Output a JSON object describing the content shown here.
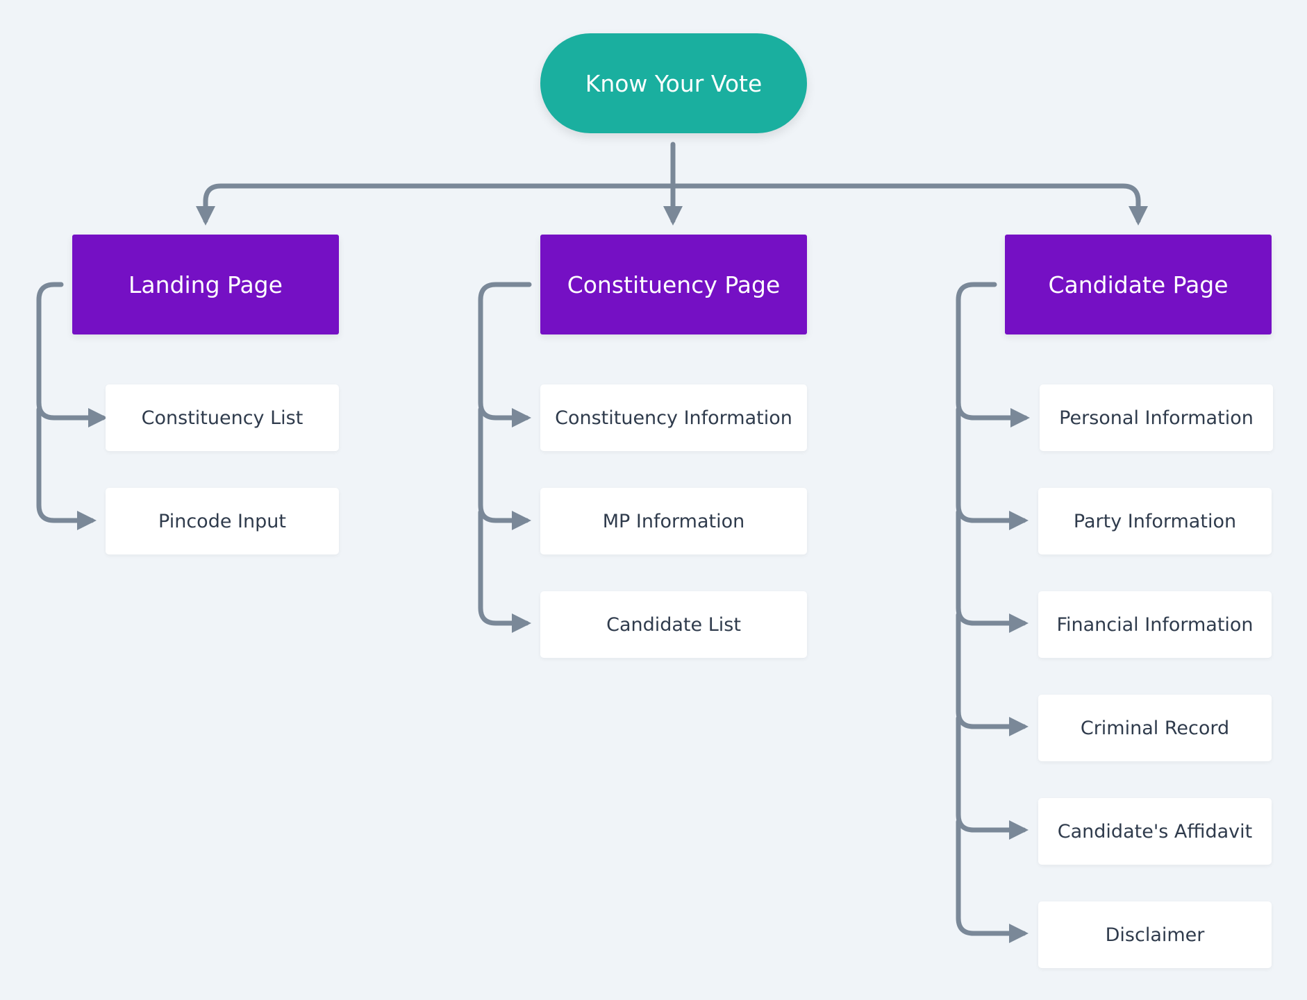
{
  "root": {
    "label": "Know Your Vote"
  },
  "pages": [
    {
      "label": "Landing Page",
      "items": [
        "Constituency List",
        "Pincode Input"
      ]
    },
    {
      "label": "Constituency Page",
      "items": [
        "Constituency Information",
        "MP Information",
        "Candidate List"
      ]
    },
    {
      "label": "Candidate Page",
      "items": [
        "Personal Information",
        "Party Information",
        "Financial Information",
        "Criminal Record",
        "Candidate's Affidavit",
        "Disclaimer"
      ]
    }
  ],
  "colors": {
    "background": "#f0f4f8",
    "root": "#1aaf9f",
    "page": "#7510c4",
    "item": "#ffffff",
    "connector": "#7a8898",
    "item_text": "#2f3b4c"
  }
}
